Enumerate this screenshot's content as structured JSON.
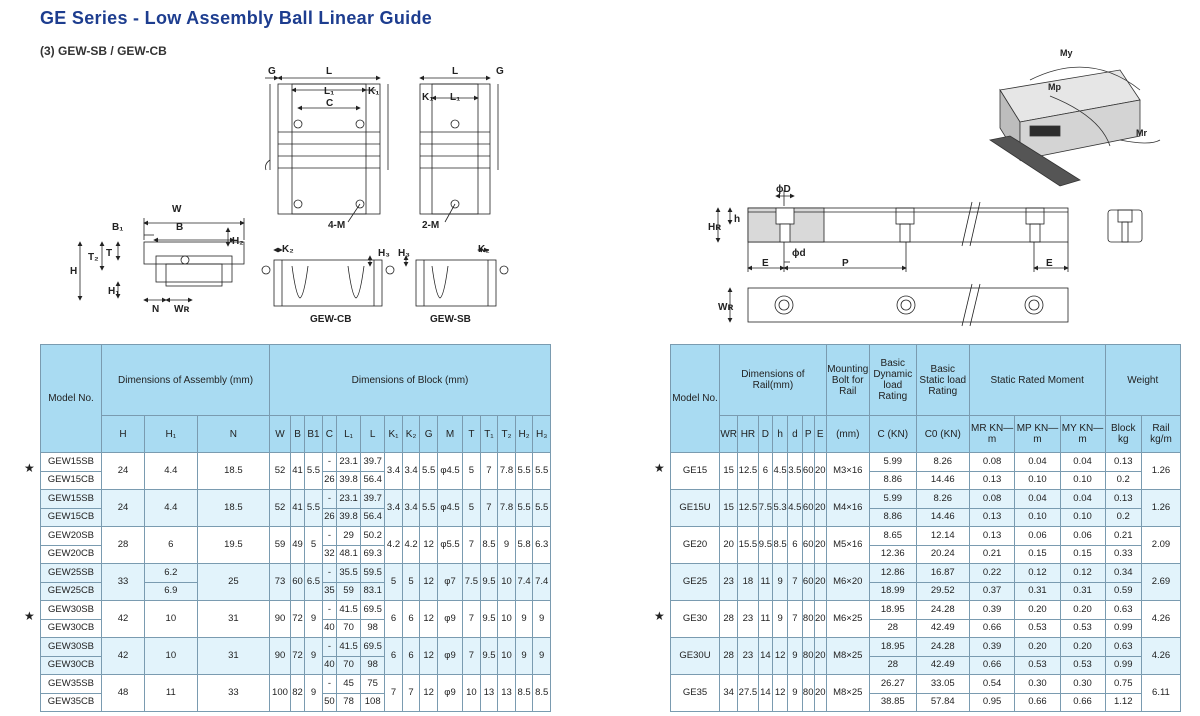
{
  "header": {
    "title": "GE Series - Low Assembly Ball Linear Guide",
    "subtitle": "(3) GEW-SB / GEW-CB"
  },
  "diagram_labels": {
    "G": "G",
    "L": "L",
    "L1": "L₁",
    "C": "C",
    "K1": "K₁",
    "K2": "K₂",
    "W": "W",
    "B1": "B₁",
    "B": "B",
    "H": "H",
    "T2": "T₂",
    "T": "T",
    "H1": "H₁",
    "H2": "H₂",
    "H3": "H₃",
    "N": "N",
    "WR": "Wʀ",
    "HR": "Hʀ",
    "h": "h",
    "phiD": "ϕD",
    "phid": "ϕd",
    "E": "E",
    "P": "P",
    "fourM": "4-M",
    "twoM": "2-M",
    "gewcb": "GEW-CB",
    "gewsb": "GEW-SB",
    "Mr": "Mr",
    "Mp": "Mp",
    "My": "My"
  },
  "left_table": {
    "h_model": "Model No.",
    "h_assembly": "Dimensions of Assembly (mm)",
    "h_block": "Dimensions of Block (mm)",
    "cols": [
      "H",
      "H₁",
      "N",
      "W",
      "B",
      "B1",
      "C",
      "L₁",
      "L",
      "K₁",
      "K₂",
      "G",
      "M",
      "T",
      "T₁",
      "T₂",
      "H₂",
      "H₃"
    ],
    "groups": [
      {
        "star": true,
        "r1": {
          "model": "GEW15SB",
          "C": "-",
          "L1": "23.1",
          "L": "39.7"
        },
        "r2": {
          "model": "GEW15CB",
          "C": "26",
          "L1": "39.8",
          "L": "56.4"
        },
        "H": "24",
        "H1": "4.4",
        "N": "18.5",
        "W": "52",
        "B": "41",
        "B1": "5.5",
        "K1": "3.4",
        "K2": "3.4",
        "G": "5.5",
        "M": "φ4.5",
        "T": "5",
        "T1": "7",
        "T2": "7.8",
        "H2": "5.5",
        "H3": "5.5"
      },
      {
        "star": false,
        "r1": {
          "model": "GEW15SB",
          "C": "-",
          "L1": "23.1",
          "L": "39.7"
        },
        "r2": {
          "model": "GEW15CB",
          "C": "26",
          "L1": "39.8",
          "L": "56.4"
        },
        "H": "24",
        "H1": "4.4",
        "N": "18.5",
        "W": "52",
        "B": "41",
        "B1": "5.5",
        "K1": "3.4",
        "K2": "3.4",
        "G": "5.5",
        "M": "φ4.5",
        "T": "5",
        "T1": "7",
        "T2": "7.8",
        "H2": "5.5",
        "H3": "5.5"
      },
      {
        "star": false,
        "r1": {
          "model": "GEW20SB",
          "C": "-",
          "L1": "29",
          "L": "50.2"
        },
        "r2": {
          "model": "GEW20CB",
          "C": "32",
          "L1": "48.1",
          "L": "69.3"
        },
        "H": "28",
        "H1": "6",
        "N": "19.5",
        "W": "59",
        "B": "49",
        "B1": "5",
        "K1": "4.2",
        "K2": "4.2",
        "G": "12",
        "M": "φ5.5",
        "T": "7",
        "T1": "8.5",
        "T2": "9",
        "H2": "5.8",
        "H3": "6.3"
      },
      {
        "star": false,
        "r1": {
          "model": "GEW25SB",
          "C": "-",
          "L1": "35.5",
          "L": "59.5",
          "H1": "6.2"
        },
        "r2": {
          "model": "GEW25CB",
          "C": "35",
          "L1": "59",
          "L": "83.1",
          "H1": "6.9"
        },
        "H": "33",
        "H1": "",
        "N": "25",
        "W": "73",
        "B": "60",
        "B1": "6.5",
        "K1": "5",
        "K2": "5",
        "G": "12",
        "M": "φ7",
        "T": "7.5",
        "T1": "9.5",
        "T2": "10",
        "H2": "7.4",
        "H3": "7.4"
      },
      {
        "star": true,
        "r1": {
          "model": "GEW30SB",
          "C": "-",
          "L1": "41.5",
          "L": "69.5"
        },
        "r2": {
          "model": "GEW30CB",
          "C": "40",
          "L1": "70",
          "L": "98"
        },
        "H": "42",
        "H1": "10",
        "N": "31",
        "W": "90",
        "B": "72",
        "B1": "9",
        "K1": "6",
        "K2": "6",
        "G": "12",
        "M": "φ9",
        "T": "7",
        "T1": "9.5",
        "T2": "10",
        "H2": "9",
        "H3": "9"
      },
      {
        "star": false,
        "r1": {
          "model": "GEW30SB",
          "C": "-",
          "L1": "41.5",
          "L": "69.5"
        },
        "r2": {
          "model": "GEW30CB",
          "C": "40",
          "L1": "70",
          "L": "98"
        },
        "H": "42",
        "H1": "10",
        "N": "31",
        "W": "90",
        "B": "72",
        "B1": "9",
        "K1": "6",
        "K2": "6",
        "G": "12",
        "M": "φ9",
        "T": "7",
        "T1": "9.5",
        "T2": "10",
        "H2": "9",
        "H3": "9"
      },
      {
        "star": false,
        "r1": {
          "model": "GEW35SB",
          "C": "-",
          "L1": "45",
          "L": "75"
        },
        "r2": {
          "model": "GEW35CB",
          "C": "50",
          "L1": "78",
          "L": "108"
        },
        "H": "48",
        "H1": "11",
        "N": "33",
        "W": "100",
        "B": "82",
        "B1": "9",
        "K1": "7",
        "K2": "7",
        "G": "12",
        "M": "φ9",
        "T": "10",
        "T1": "13",
        "T2": "13",
        "H2": "8.5",
        "H3": "8.5"
      }
    ]
  },
  "right_table": {
    "h_model": "Model No.",
    "h_rail": "Dimensions of Rail(mm)",
    "h_bolt": "Mounting Bolt for Rail",
    "h_dynamic": "Basic Dynamic load Rating",
    "h_static": "Basic Static load Rating",
    "h_moment": "Static Rated Moment",
    "h_weight": "Weight",
    "cols": [
      "WR",
      "HR",
      "D",
      "h",
      "d",
      "P",
      "E",
      "(mm)",
      "C (KN)",
      "C0 (KN)",
      "MR KN—m",
      "MP KN—m",
      "MY KN—m",
      "Block kg",
      "Rail kg/m"
    ],
    "groups": [
      {
        "star": true,
        "model": "GE15",
        "WR": "15",
        "HR": "12.5",
        "D": "6",
        "h": "4.5",
        "d": "3.5",
        "P": "60",
        "E": "20",
        "bolt": "M3×16",
        "rail": "1.26",
        "r1": {
          "C": "5.99",
          "C0": "8.26",
          "MR": "0.08",
          "MP": "0.04",
          "MY": "0.04",
          "blk": "0.13"
        },
        "r2": {
          "C": "8.86",
          "C0": "14.46",
          "MR": "0.13",
          "MP": "0.10",
          "MY": "0.10",
          "blk": "0.2"
        }
      },
      {
        "star": false,
        "model": "GE15U",
        "WR": "15",
        "HR": "12.5",
        "D": "7.5",
        "h": "5.3",
        "d": "4.5",
        "P": "60",
        "E": "20",
        "bolt": "M4×16",
        "rail": "1.26",
        "r1": {
          "C": "5.99",
          "C0": "8.26",
          "MR": "0.08",
          "MP": "0.04",
          "MY": "0.04",
          "blk": "0.13"
        },
        "r2": {
          "C": "8.86",
          "C0": "14.46",
          "MR": "0.13",
          "MP": "0.10",
          "MY": "0.10",
          "blk": "0.2"
        }
      },
      {
        "star": false,
        "model": "GE20",
        "WR": "20",
        "HR": "15.5",
        "D": "9.5",
        "h": "8.5",
        "d": "6",
        "P": "60",
        "E": "20",
        "bolt": "M5×16",
        "rail": "2.09",
        "r1": {
          "C": "8.65",
          "C0": "12.14",
          "MR": "0.13",
          "MP": "0.06",
          "MY": "0.06",
          "blk": "0.21"
        },
        "r2": {
          "C": "12.36",
          "C0": "20.24",
          "MR": "0.21",
          "MP": "0.15",
          "MY": "0.15",
          "blk": "0.33"
        }
      },
      {
        "star": false,
        "model": "GE25",
        "WR": "23",
        "HR": "18",
        "D": "11",
        "h": "9",
        "d": "7",
        "P": "60",
        "E": "20",
        "bolt": "M6×20",
        "rail": "2.69",
        "r1": {
          "C": "12.86",
          "C0": "16.87",
          "MR": "0.22",
          "MP": "0.12",
          "MY": "0.12",
          "blk": "0.34"
        },
        "r2": {
          "C": "18.99",
          "C0": "29.52",
          "MR": "0.37",
          "MP": "0.31",
          "MY": "0.31",
          "blk": "0.59"
        }
      },
      {
        "star": true,
        "model": "GE30",
        "WR": "28",
        "HR": "23",
        "D": "11",
        "h": "9",
        "d": "7",
        "P": "80",
        "E": "20",
        "bolt": "M6×25",
        "rail": "4.26",
        "r1": {
          "C": "18.95",
          "C0": "24.28",
          "MR": "0.39",
          "MP": "0.20",
          "MY": "0.20",
          "blk": "0.63"
        },
        "r2": {
          "C": "28",
          "C0": "42.49",
          "MR": "0.66",
          "MP": "0.53",
          "MY": "0.53",
          "blk": "0.99"
        }
      },
      {
        "star": false,
        "model": "GE30U",
        "WR": "28",
        "HR": "23",
        "D": "14",
        "h": "12",
        "d": "9",
        "P": "80",
        "E": "20",
        "bolt": "M8×25",
        "rail": "4.26",
        "r1": {
          "C": "18.95",
          "C0": "24.28",
          "MR": "0.39",
          "MP": "0.20",
          "MY": "0.20",
          "blk": "0.63"
        },
        "r2": {
          "C": "28",
          "C0": "42.49",
          "MR": "0.66",
          "MP": "0.53",
          "MY": "0.53",
          "blk": "0.99"
        }
      },
      {
        "star": false,
        "model": "GE35",
        "WR": "34",
        "HR": "27.5",
        "D": "14",
        "h": "12",
        "d": "9",
        "P": "80",
        "E": "20",
        "bolt": "M8×25",
        "rail": "6.11",
        "r1": {
          "C": "26.27",
          "C0": "33.05",
          "MR": "0.54",
          "MP": "0.30",
          "MY": "0.30",
          "blk": "0.75"
        },
        "r2": {
          "C": "38.85",
          "C0": "57.84",
          "MR": "0.95",
          "MP": "0.66",
          "MY": "0.66",
          "blk": "1.12"
        }
      }
    ]
  },
  "colors": {
    "header_bg": "#a9dbf2",
    "shade_bg": "#e2f3fb",
    "title": "#1d3d8f",
    "border": "#7a9bb0"
  }
}
